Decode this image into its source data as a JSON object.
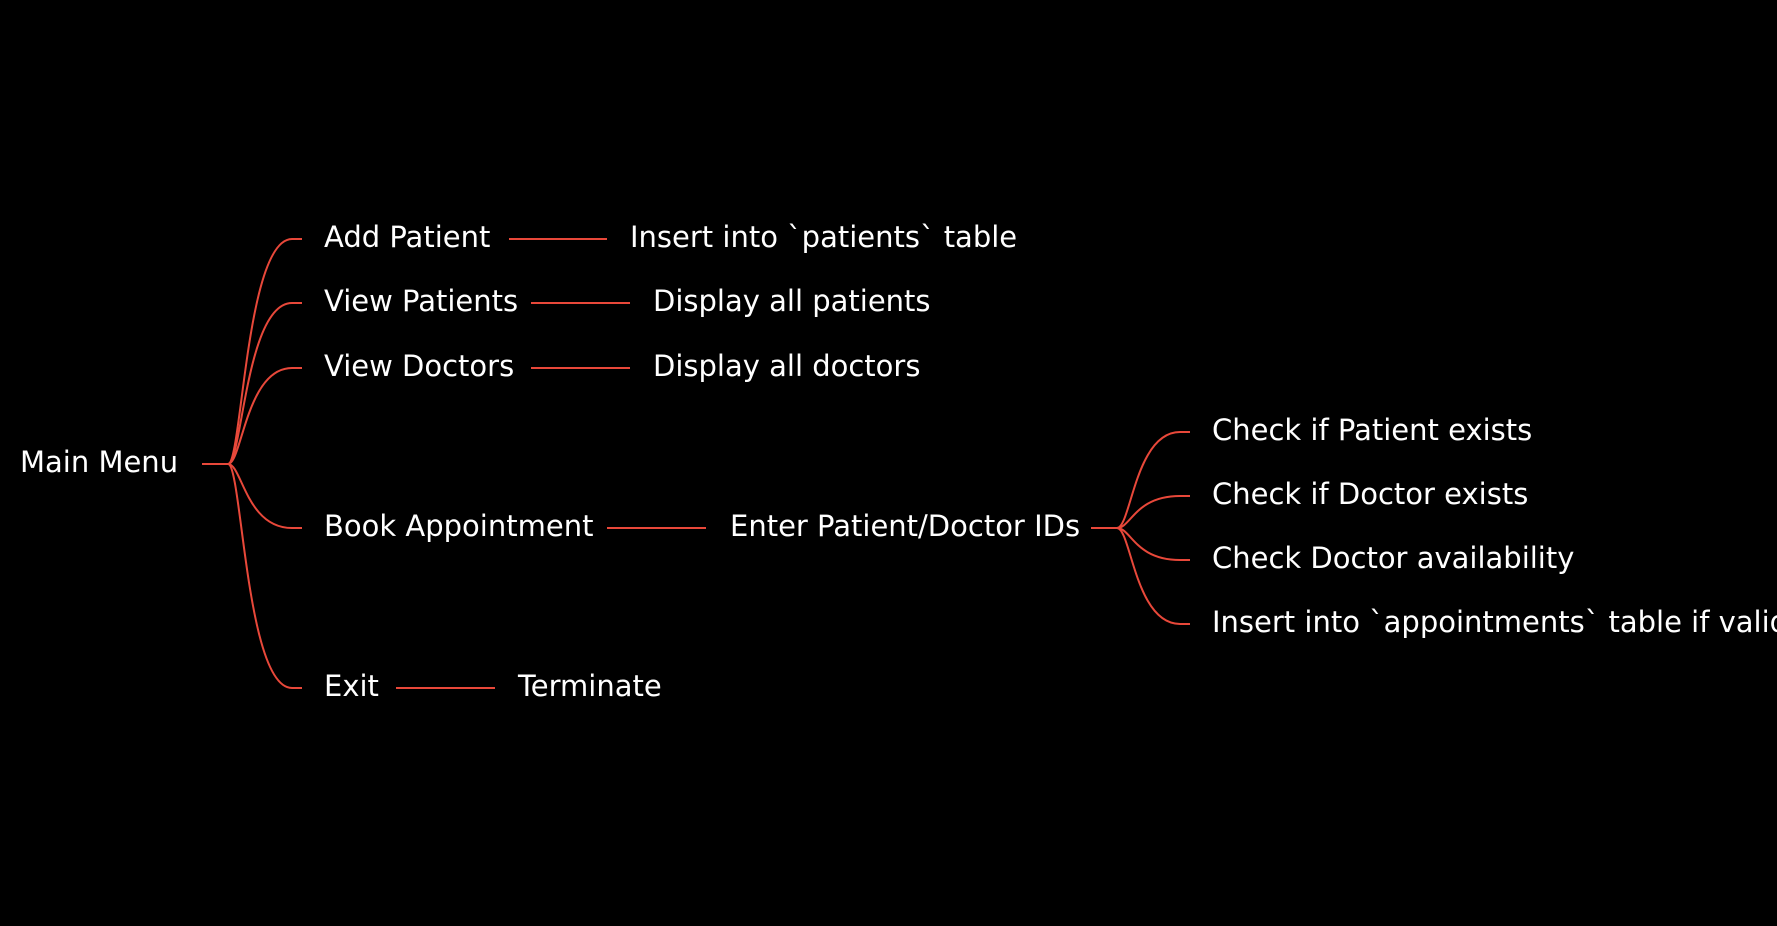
{
  "theme": {
    "background": "#000000",
    "text_color": "#ffffff",
    "connector_color": "#e8483a"
  },
  "mindmap": {
    "root": {
      "label": "Main Menu",
      "children": [
        {
          "label": "Add Patient",
          "children": [
            {
              "label": "Insert into `patients` table"
            }
          ]
        },
        {
          "label": "View Patients",
          "children": [
            {
              "label": "Display all patients"
            }
          ]
        },
        {
          "label": "View Doctors",
          "children": [
            {
              "label": "Display all doctors"
            }
          ]
        },
        {
          "label": "Book Appointment",
          "children": [
            {
              "label": "Enter Patient/Doctor IDs",
              "children": [
                {
                  "label": "Check if Patient exists"
                },
                {
                  "label": "Check if Doctor exists"
                },
                {
                  "label": "Check Doctor availability"
                },
                {
                  "label": "Insert into `appointments` table if valid"
                }
              ]
            }
          ]
        },
        {
          "label": "Exit",
          "children": [
            {
              "label": "Terminate"
            }
          ]
        }
      ]
    }
  }
}
